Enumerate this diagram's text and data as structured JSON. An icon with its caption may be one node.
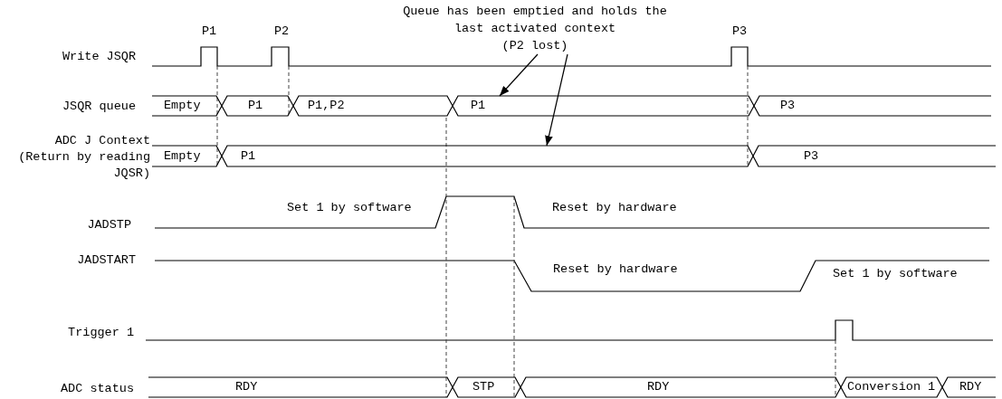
{
  "diagram": {
    "nodes": [
      {
        "text": [
          "Queue has been emptied and holds the last activated context",
          "(P2 lost)"
        ]
      },
      {
        "text": [
          "Empty"
        ]
      },
      {
        "text": [
          "P1"
        ]
      },
      {
        "text": [
          "P1,P2"
        ]
      },
      {
        "text": [
          "P1"
        ]
      },
      {
        "text": [
          "P3"
        ]
      },
      {
        "text": [
          "Empty"
        ]
      },
      {
        "text": [
          "P1"
        ]
      },
      {
        "text": [
          "P3"
        ]
      },
      {
        "text": [
          "RDY"
        ]
      },
      {
        "text": [
          "STP"
        ]
      },
      {
        "text": [
          "RDY"
        ]
      },
      {
        "text": [
          "Conversion 1"
        ]
      },
      {
        "text": [
          "RDY"
        ]
      }
    ],
    "edges": [
      {
        "from": 0,
        "to": 4,
        "arrow": "to"
      },
      {
        "from": 0,
        "to": 7,
        "arrow": "to"
      }
    ],
    "labels": [
      "P1",
      "P2",
      "P3",
      "Write JSQR",
      "JSQR queue",
      "ADC J Context (Return by reading JQSR)",
      "Set 1 by software",
      "JADSTP",
      "Reset by hardware",
      "JADSTART",
      "Reset by hardware",
      "Set 1 by software",
      "Trigger 1",
      "ADC status"
    ]
  }
}
